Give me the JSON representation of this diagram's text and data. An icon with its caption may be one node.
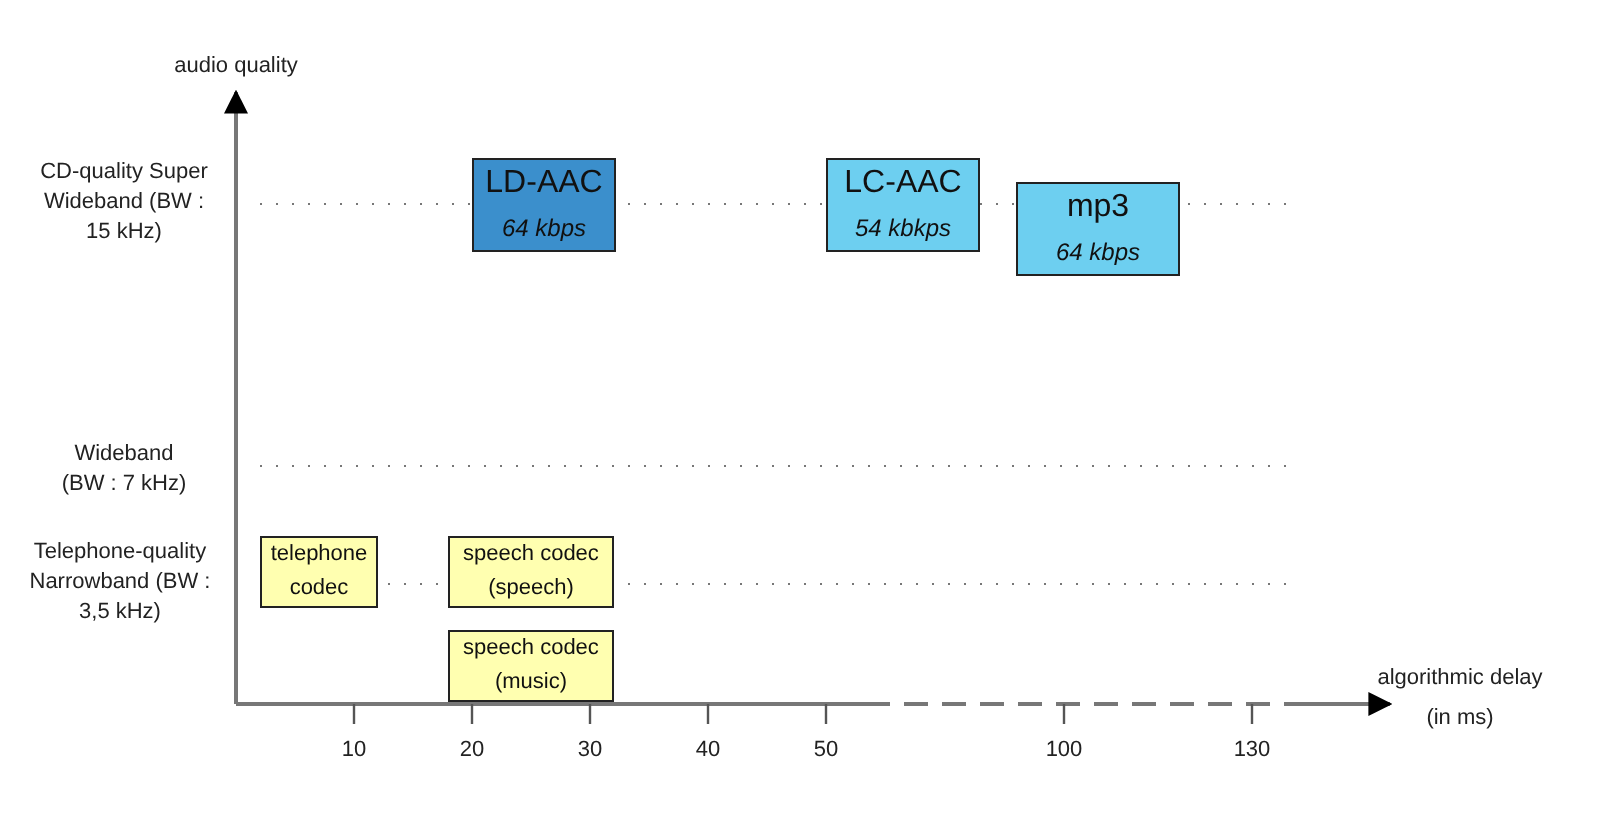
{
  "diagram": {
    "nodes": [
      {
        "text": [
          "LD-AAC",
          "64 kbps"
        ]
      },
      {
        "text": [
          "LC-AAC",
          "54 kbkps"
        ]
      },
      {
        "text": [
          "mp3",
          "64 kbps"
        ]
      },
      {
        "text": [
          "telephone codec"
        ]
      },
      {
        "text": [
          "speech codec (speech)"
        ]
      },
      {
        "text": [
          "speech codec (music)"
        ]
      }
    ],
    "labels": [
      "audio quality",
      "CD-quality Super Wideband (BW : 15 kHz)",
      "Wideband (BW : 7 kHz)",
      "Telephone-quality Narrowband (BW : 3,5 kHz)",
      "algorithmic delay (in ms)",
      "10",
      "20",
      "30",
      "40",
      "50",
      "100",
      "130"
    ]
  }
}
